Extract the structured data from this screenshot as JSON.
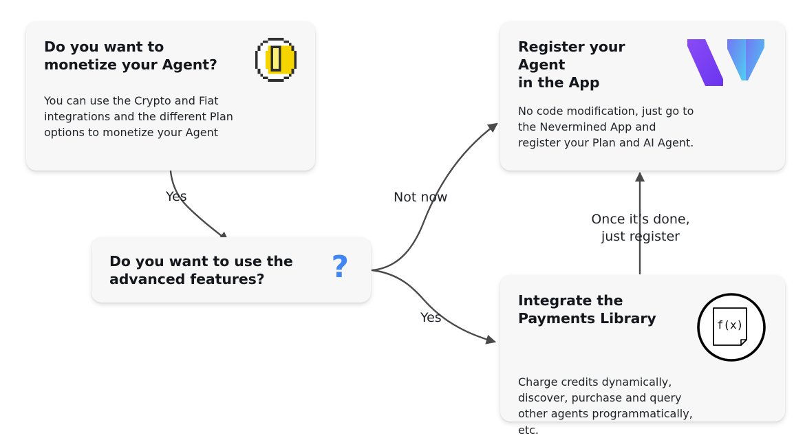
{
  "diagram": {
    "title": "Nevermined Agent monetization decision flow",
    "colors": {
      "card_background": "#f7f7f7",
      "heading_text": "#14181d",
      "body_text": "#1f2328",
      "edge_stroke": "#4a4a4a",
      "accent_blue": "#4285f4",
      "coin_yellow": "#f5d400",
      "coin_outline": "#2f2f2f",
      "logo_purple": "#7b3ff2",
      "logo_blue": "#5aa9f2",
      "logo_cyan": "#56c8f0"
    },
    "nodes": [
      {
        "id": "monetize",
        "title": "Do you want to\nmonetize your Agent?",
        "body": "You can use the Crypto and Fiat\nintegrations and the different Plan\noptions to monetize your Agent",
        "icon": "coin-icon"
      },
      {
        "id": "register",
        "title": "Register your Agent\nin the App",
        "body": "No code modification, just go to\nthe Nevermined App and\nregister your Plan and AI Agent.",
        "icon": "nevermined-logo-icon"
      },
      {
        "id": "advanced",
        "title": "Do you want to use the\nadvanced features?",
        "body": "",
        "icon": "question-mark-icon"
      },
      {
        "id": "integrate",
        "title": "Integrate the\nPayments Library",
        "body": "Charge credits dynamically,\ndiscover, purchase and query\nother agents programmatically,\netc.",
        "icon": "fx-document-icon"
      }
    ],
    "edges": [
      {
        "id": "monetize-to-advanced",
        "from": "monetize",
        "to": "advanced",
        "label": "Yes"
      },
      {
        "id": "advanced-to-register",
        "from": "advanced",
        "to": "register",
        "label": "Not now"
      },
      {
        "id": "advanced-to-integrate",
        "from": "advanced",
        "to": "integrate",
        "label": "Yes"
      },
      {
        "id": "integrate-to-register",
        "from": "integrate",
        "to": "register",
        "label": "Once it’s done,\njust register"
      }
    ],
    "icon_text": {
      "fx_label": "f(x)",
      "question_mark": "?"
    }
  }
}
